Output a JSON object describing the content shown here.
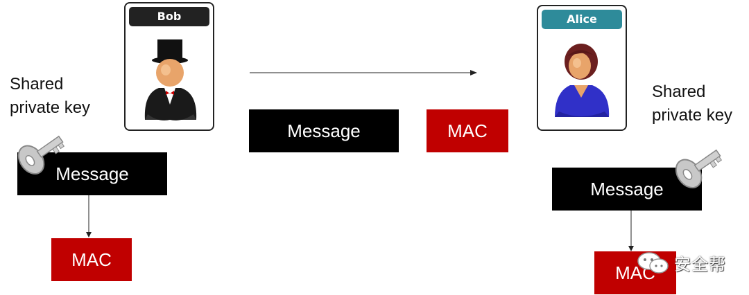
{
  "bob": {
    "name": "Bob",
    "header_color": "#222222"
  },
  "alice": {
    "name": "Alice",
    "header_color": "#2e8b9a"
  },
  "left_label": {
    "line1": "Shared",
    "line2": "private key"
  },
  "right_label": {
    "line1": "Shared",
    "line2": "private key"
  },
  "left_message": "Message",
  "left_mac": "MAC",
  "transit_message": "Message",
  "transit_mac": "MAC",
  "right_message": "Message",
  "right_mac": "MAC",
  "watermark": "安全帮",
  "colors": {
    "message_box": "#000000",
    "mac_box": "#c00000"
  },
  "icons": [
    "key-icon",
    "person-top-hat-icon",
    "person-woman-icon",
    "wechat-icon"
  ]
}
